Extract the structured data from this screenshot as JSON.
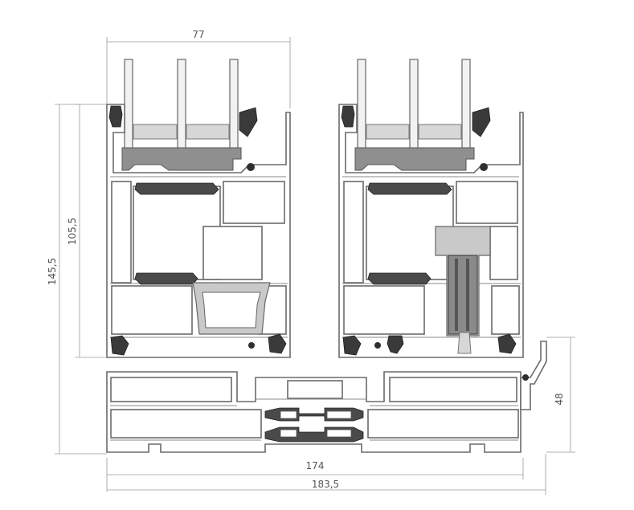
{
  "dimensions": {
    "sash_width": "77",
    "sash_height": "105,5",
    "total_height": "145,5",
    "frame_height": "48",
    "frame_width": "174",
    "total_width": "183,5"
  }
}
